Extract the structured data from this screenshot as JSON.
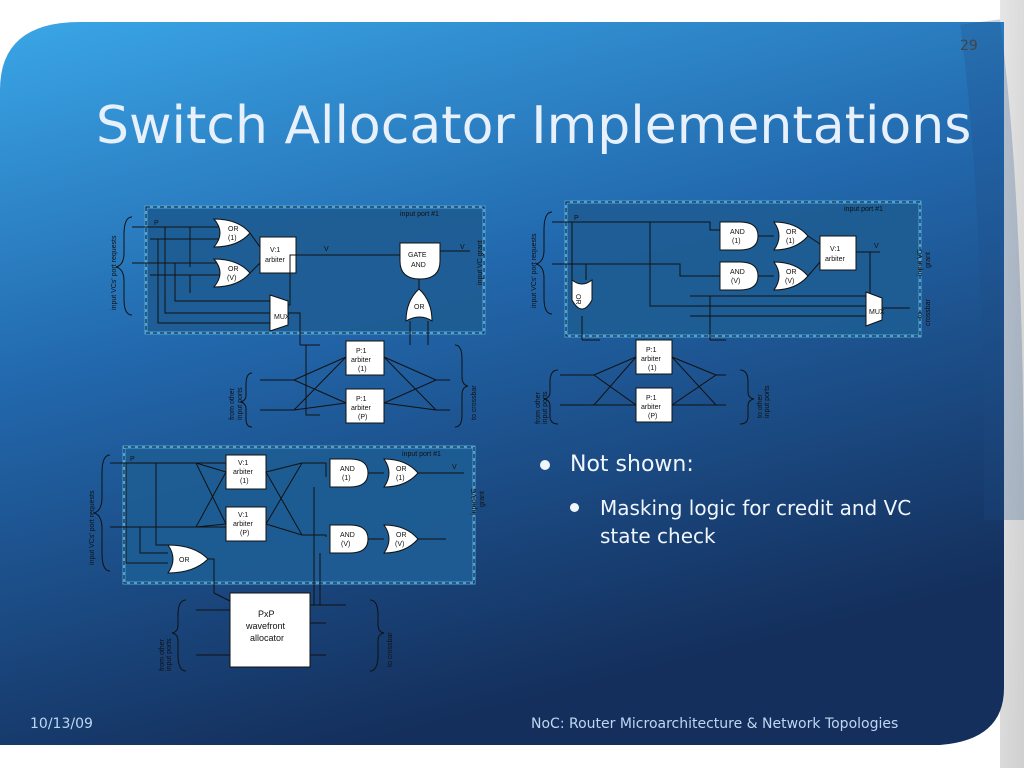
{
  "slide": {
    "page_number": "29",
    "title": "Switch Allocator Implementations",
    "footer_date": "10/13/09",
    "footer_text": "NoC: Router Microarchitecture & Network Topologies"
  },
  "bullets": {
    "level1": "Not shown:",
    "level2": "Masking logic for credit and VC state check"
  },
  "diagram_a": {
    "port_label": "input port #1",
    "left_label": "input VCs' port requests",
    "right_label": "input VC grant",
    "or1": "OR",
    "or1_sub": "(1)",
    "orV": "OR",
    "orV_sub": "(V)",
    "arb_v1": "V:1",
    "arb_v1_sub": "arbiter",
    "gate": "GATE",
    "gate_sub": "AND",
    "mux": "MUX",
    "or_bottom": "OR",
    "p1_arb1": "P:1",
    "p1_arb1_b": "arbiter",
    "p1_arb1_c": "(1)",
    "p1_arbP": "P:1",
    "p1_arbP_b": "arbiter",
    "p1_arbP_c": "(P)",
    "from_other": "from other",
    "from_other_b": "input ports",
    "to_crossbar": "to crossbar",
    "sig_p": "P",
    "sig_v": "V"
  },
  "diagram_b": {
    "port_label": "input port #1",
    "left_label": "input VCs' port requests",
    "right_label": "input VC",
    "right_label_b": "grant",
    "and1": "AND",
    "and1_sub": "(1)",
    "andV": "AND",
    "andV_sub": "(V)",
    "or1": "OR",
    "or1_sub": "(1)",
    "orV": "OR",
    "orV_sub": "(V)",
    "arb_v1": "V:1",
    "arb_v1_sub": "arbiter",
    "or_left": "OR",
    "mux": "MUX",
    "to_crossbar": "to",
    "to_crossbar_b": "crossbar",
    "p1_arb1": "P:1",
    "p1_arb1_b": "arbiter",
    "p1_arb1_c": "(1)",
    "p1_arbP": "P:1",
    "p1_arbP_b": "arbiter",
    "p1_arbP_c": "(P)",
    "from_other": "from other",
    "from_other_b": "input ports",
    "to_other": "to other",
    "to_other_b": "input ports",
    "sig_p": "P",
    "sig_v": "V"
  },
  "diagram_c": {
    "port_label": "input port #1",
    "left_label": "input VCs' port requests",
    "right_label": "input VC",
    "right_label_b": "grant",
    "arb1": "V:1",
    "arb1_b": "arbiter",
    "arb1_c": "(1)",
    "arbP": "V:1",
    "arbP_b": "arbiter",
    "arbP_c": "(P)",
    "and1": "AND",
    "and1_sub": "(1)",
    "andV": "AND",
    "andV_sub": "(V)",
    "or1": "OR",
    "or1_sub": "(1)",
    "orV": "OR",
    "orV_sub": "(V)",
    "or_left": "OR",
    "wave": "PxP",
    "wave_b": "wavefront",
    "wave_c": "allocator",
    "from_other": "from other",
    "from_other_b": "input ports",
    "to_crossbar": "to crossbar",
    "sig_p": "P",
    "sig_v": "V"
  },
  "colors": {
    "bg_dark": "#17396a",
    "bg_mid": "#2a6db0",
    "bg_light": "#3aa3e3",
    "region_fill": "#1d5a8e",
    "gate_fill": "#ffffff",
    "wire": "#1a1a1a"
  }
}
